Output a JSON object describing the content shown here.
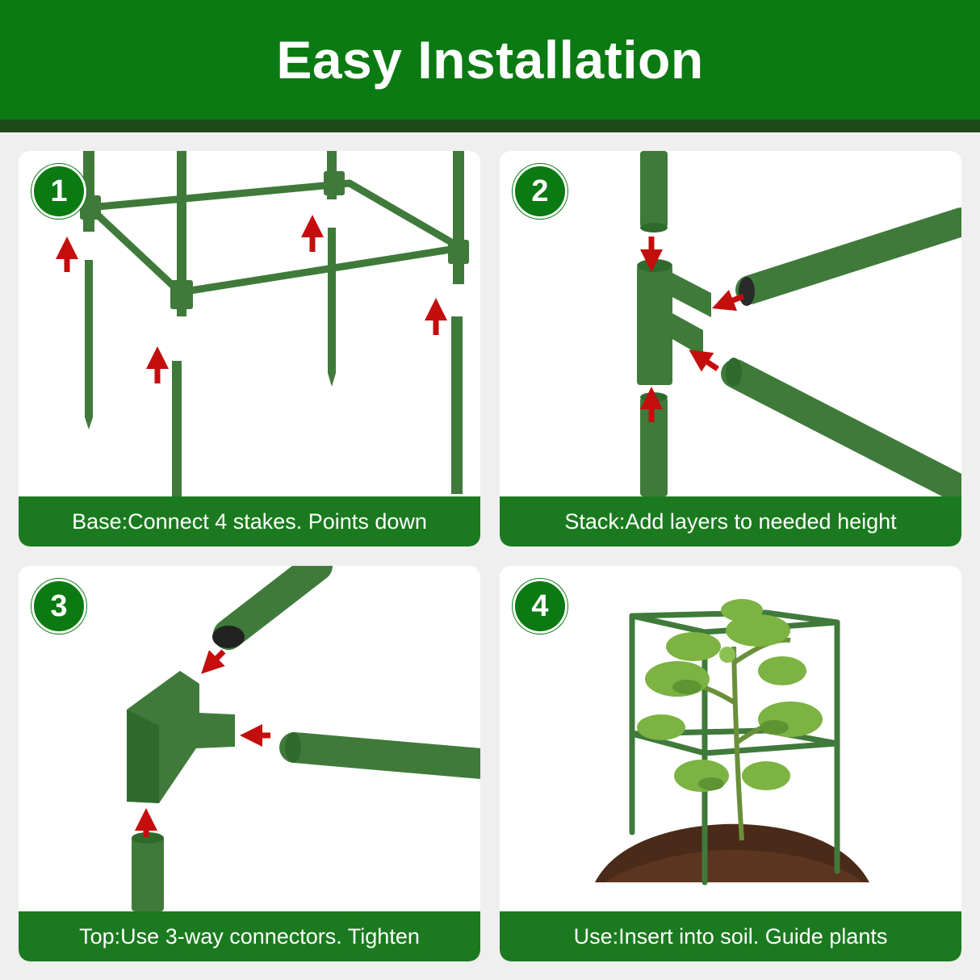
{
  "header": {
    "title": "Easy Installation"
  },
  "steps": [
    {
      "number": "1",
      "caption": "Base:Connect 4 stakes. Points down"
    },
    {
      "number": "2",
      "caption": "Stack:Add layers to needed height"
    },
    {
      "number": "3",
      "caption": "Top:Use 3-way connectors. Tighten"
    },
    {
      "number": "4",
      "caption": "Use:Insert into soil. Guide plants"
    }
  ],
  "colors": {
    "banner": "#0b7a12",
    "pipe": "#3f7a3a",
    "arrow": "#c40d0d"
  }
}
